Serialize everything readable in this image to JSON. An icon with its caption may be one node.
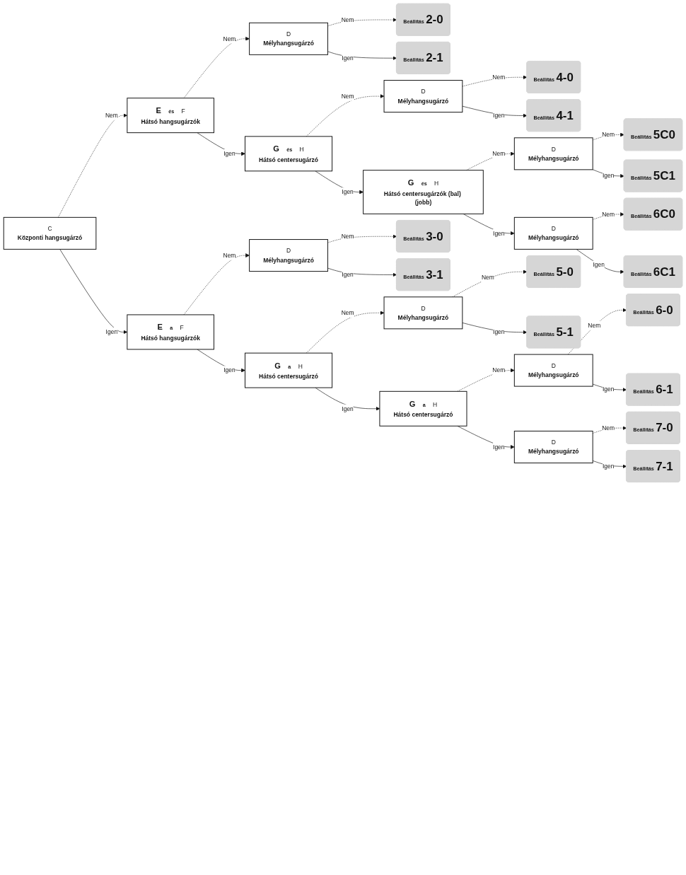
{
  "diagram": {
    "nodes": [
      {
        "text": [
          "C",
          "Központi hangsugárzó"
        ]
      },
      {
        "text": [
          "E",
          "és",
          "F",
          "Hátsó hangsugárzók"
        ]
      },
      {
        "text": [
          "D",
          "Mélyhangsugárzó"
        ]
      },
      {
        "text": [
          "Beállítás",
          "2-0"
        ]
      },
      {
        "text": [
          "Beállítás",
          "2-1"
        ]
      },
      {
        "text": [
          "G",
          "és",
          "H",
          "Hátsó centersugárzó"
        ]
      },
      {
        "text": [
          "D",
          "Mélyhangsugárzó"
        ]
      },
      {
        "text": [
          "Beállítás",
          "4-0"
        ]
      },
      {
        "text": [
          "Beállítás",
          "4-1"
        ]
      },
      {
        "text": [
          "G",
          "és",
          "H",
          "Hátsó centersugárzók (bal) (jobb)"
        ]
      },
      {
        "text": [
          "D",
          "Mélyhangsugárzó"
        ]
      },
      {
        "text": [
          "Beállítás",
          "5C0"
        ]
      },
      {
        "text": [
          "Beállítás",
          "5C1"
        ]
      },
      {
        "text": [
          "D",
          "Mélyhangsugárzó"
        ]
      },
      {
        "text": [
          "Beállítás",
          "6C0"
        ]
      },
      {
        "text": [
          "Beállítás",
          "6C1"
        ]
      },
      {
        "text": [
          "E",
          "a",
          "F",
          "Hátsó hangsugárzók"
        ]
      },
      {
        "text": [
          "D",
          "Mélyhangsugárzó"
        ]
      },
      {
        "text": [
          "Beállítás",
          "3-0"
        ]
      },
      {
        "text": [
          "Beállítás",
          "3-1"
        ]
      },
      {
        "text": [
          "G",
          "a",
          "H",
          "Hátsó centersugárzó"
        ]
      },
      {
        "text": [
          "D",
          "Mélyhangsugárzó"
        ]
      },
      {
        "text": [
          "Beállítás",
          "5-0"
        ]
      },
      {
        "text": [
          "Beállítás",
          "5-1"
        ]
      },
      {
        "text": [
          "G",
          "a",
          "H",
          "Hátsó centersugárzó"
        ]
      },
      {
        "text": [
          "D",
          "Mélyhangsugárzó"
        ]
      },
      {
        "text": [
          "Beállítás",
          "6-0"
        ]
      },
      {
        "text": [
          "Beállítás",
          "6-1"
        ]
      },
      {
        "text": [
          "D",
          "Mélyhangsugárzó"
        ]
      },
      {
        "text": [
          "Beállítás",
          "7-0"
        ]
      },
      {
        "text": [
          "Beállítás",
          "7-1"
        ]
      }
    ],
    "edges": [
      {
        "from": 0,
        "to": 1,
        "arrow": "to",
        "label": "Nem",
        "style": "dashed"
      },
      {
        "from": 1,
        "to": 2,
        "arrow": "to",
        "label": "Nem",
        "style": "dashed"
      },
      {
        "from": 2,
        "to": 3,
        "arrow": "to",
        "label": "Nem",
        "style": "dashed"
      },
      {
        "from": 2,
        "to": 4,
        "arrow": "to",
        "label": "Igen"
      },
      {
        "from": 1,
        "to": 5,
        "arrow": "to",
        "label": "Igen"
      },
      {
        "from": 5,
        "to": 6,
        "arrow": "to",
        "label": "Nem",
        "style": "dashed"
      },
      {
        "from": 6,
        "to": 7,
        "arrow": "to",
        "label": "Nem",
        "style": "dashed"
      },
      {
        "from": 6,
        "to": 8,
        "arrow": "to",
        "label": "Igen"
      },
      {
        "from": 5,
        "to": 9,
        "arrow": "to",
        "label": "Igen"
      },
      {
        "from": 9,
        "to": 10,
        "arrow": "to",
        "label": "Nem",
        "style": "dashed"
      },
      {
        "from": 10,
        "to": 11,
        "arrow": "to",
        "label": "Nem",
        "style": "dashed"
      },
      {
        "from": 10,
        "to": 12,
        "arrow": "to",
        "label": "Igen"
      },
      {
        "from": 9,
        "to": 13,
        "arrow": "to",
        "label": "Igen"
      },
      {
        "from": 13,
        "to": 14,
        "arrow": "to",
        "label": "Nem",
        "style": "dashed"
      },
      {
        "from": 13,
        "to": 15,
        "arrow": "to",
        "label": "Igen"
      },
      {
        "from": 0,
        "to": 16,
        "arrow": "to",
        "label": "Igen"
      },
      {
        "from": 16,
        "to": 17,
        "arrow": "to",
        "label": "Nem",
        "style": "dashed"
      },
      {
        "from": 17,
        "to": 18,
        "arrow": "to",
        "label": "Nem",
        "style": "dashed"
      },
      {
        "from": 17,
        "to": 19,
        "arrow": "to",
        "label": "Igen"
      },
      {
        "from": 16,
        "to": 20,
        "arrow": "to",
        "label": "Igen"
      },
      {
        "from": 20,
        "to": 21,
        "arrow": "to",
        "label": "Nem",
        "style": "dashed"
      },
      {
        "from": 21,
        "to": 22,
        "arrow": "to",
        "label": "Nem",
        "style": "dashed"
      },
      {
        "from": 21,
        "to": 23,
        "arrow": "to",
        "label": "Igen"
      },
      {
        "from": 20,
        "to": 24,
        "arrow": "to",
        "label": "Igen"
      },
      {
        "from": 24,
        "to": 25,
        "arrow": "to",
        "label": "Nem",
        "style": "dashed"
      },
      {
        "from": 25,
        "to": 26,
        "arrow": "to",
        "label": "Nem",
        "style": "dashed"
      },
      {
        "from": 25,
        "to": 27,
        "arrow": "to",
        "label": "Igen"
      },
      {
        "from": 24,
        "to": 28,
        "arrow": "to",
        "label": "Igen"
      },
      {
        "from": 28,
        "to": 29,
        "arrow": "to",
        "label": "Nem",
        "style": "dashed"
      },
      {
        "from": 28,
        "to": 30,
        "arrow": "to",
        "label": "Igen"
      }
    ]
  }
}
